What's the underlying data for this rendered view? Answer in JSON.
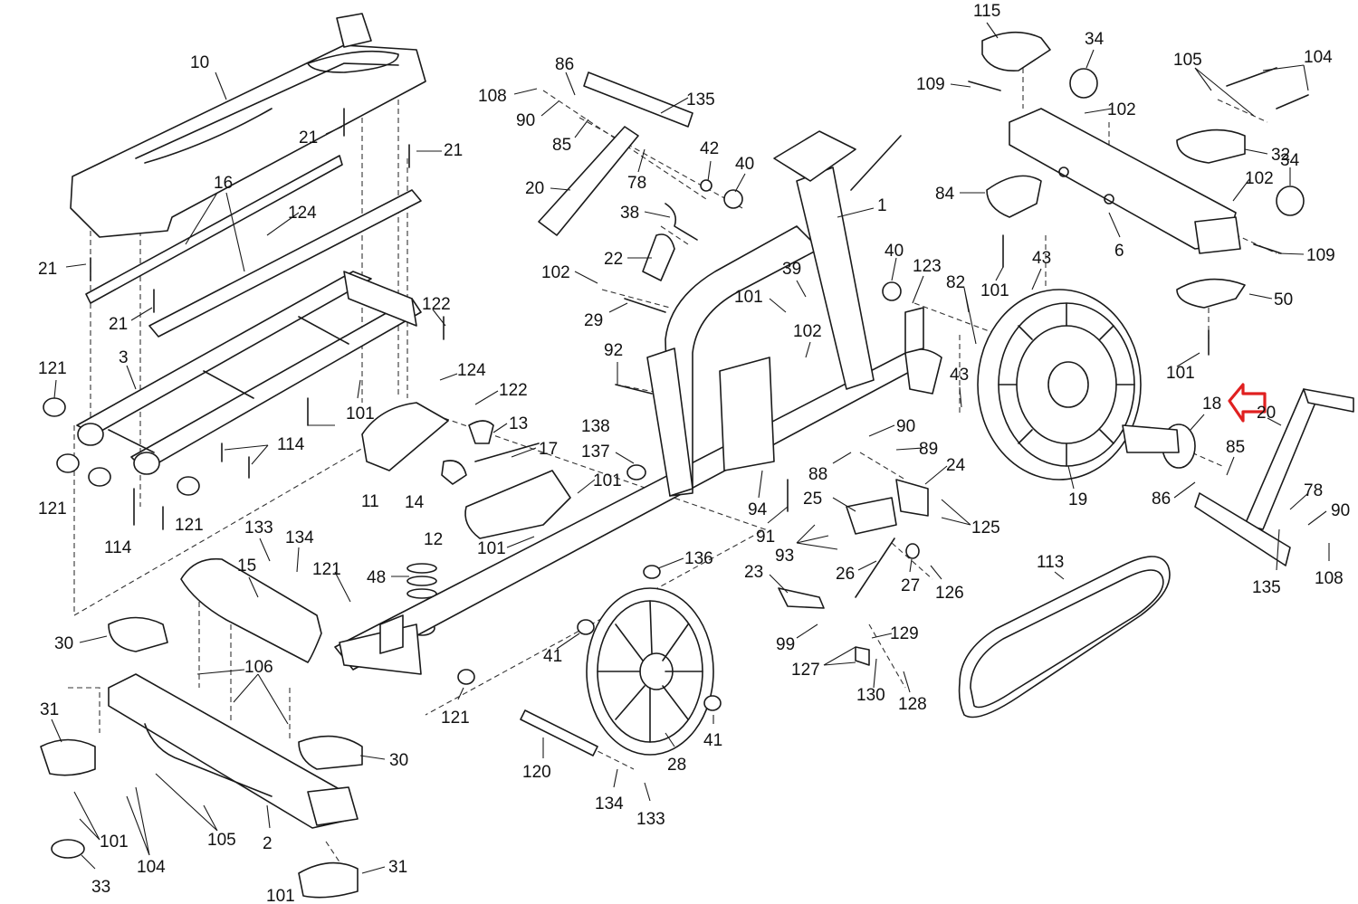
{
  "colors": {
    "line": "#1a1a1a",
    "highlight_arrow": "#e02020",
    "background": "#ffffff"
  },
  "highlight": {
    "part_number": "18",
    "icon": "red-outline-arrow-icon"
  },
  "labels": {
    "l10": "10",
    "l21a": "21",
    "l21b": "21",
    "l21c": "21",
    "l21d": "21",
    "l16": "16",
    "l124a": "124",
    "l3": "3",
    "l121a": "121",
    "l121b": "121",
    "l121c": "121",
    "l114a": "114",
    "l114b": "114",
    "l101a": "101",
    "l122a": "122",
    "l86a": "86",
    "l108a": "108",
    "l90a": "90",
    "l85a": "85",
    "l135a": "135",
    "l20a": "20",
    "l78a": "78",
    "l42": "42",
    "l40a": "40",
    "l38": "38",
    "l22": "22",
    "l102a": "102",
    "l29": "29",
    "l1": "1",
    "l39": "39",
    "l101b": "101",
    "l102b": "102",
    "l40b": "40",
    "l123": "123",
    "l92": "92",
    "l124b": "124",
    "l122b": "122",
    "l13": "13",
    "l17": "17",
    "l11": "11",
    "l14": "14",
    "l12": "12",
    "l101c": "101",
    "l138": "138",
    "l137": "137",
    "l101d": "101",
    "l115": "115",
    "l34a": "34",
    "l109a": "109",
    "l102c": "102",
    "l105a": "105",
    "l104a": "104",
    "l32": "32",
    "l34b": "34",
    "l102d": "102",
    "l84": "84",
    "l6": "6",
    "l109b": "109",
    "l82": "82",
    "l43a": "43",
    "l101e": "101",
    "l50": "50",
    "l101f": "101",
    "l43b": "43",
    "l18": "18",
    "l20b": "20",
    "l85b": "85",
    "l86b": "86",
    "l78b": "78",
    "l90b": "90",
    "l135b": "135",
    "l108b": "108",
    "l19": "19",
    "l90c": "90",
    "l89": "89",
    "l88": "88",
    "l24": "24",
    "l25": "25",
    "l125": "125",
    "l94": "94",
    "l91": "91",
    "l93": "93",
    "l23": "23",
    "l26": "26",
    "l27": "27",
    "l126": "126",
    "l99": "99",
    "l129": "129",
    "l127": "127",
    "l130": "130",
    "l128": "128",
    "l113": "113",
    "l133a": "133",
    "l134a": "134",
    "l15": "15",
    "l121d": "121",
    "l48": "48",
    "l136": "136",
    "l30a": "30",
    "l106": "106",
    "l31a": "31",
    "l30b": "30",
    "l101g": "101",
    "l104b": "104",
    "l105b": "105",
    "l2": "2",
    "l33": "33",
    "l31b": "31",
    "l101h": "101",
    "l41a": "41",
    "l121e": "121",
    "l120": "120",
    "l28": "28",
    "l41b": "41",
    "l134b": "134",
    "l133b": "133"
  }
}
